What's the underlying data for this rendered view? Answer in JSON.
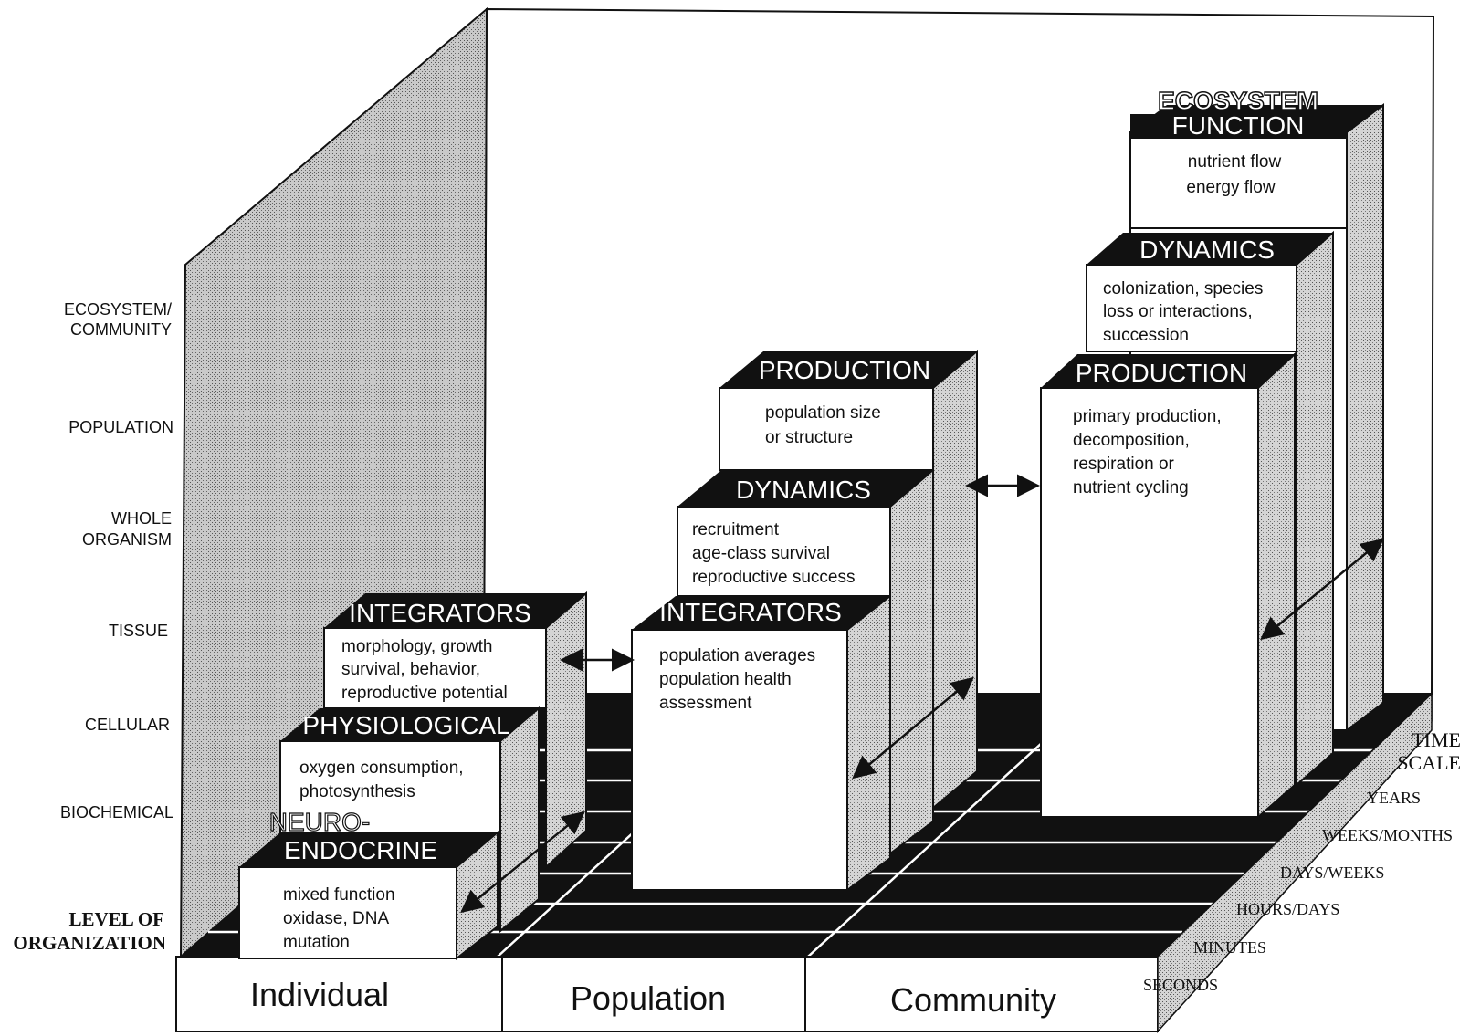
{
  "y_axis": {
    "levels": [
      "ECOSYSTEM/",
      "COMMUNITY",
      "POPULATION",
      "WHOLE",
      "ORGANISM",
      "TISSUE",
      "CELLULAR",
      "BIOCHEMICAL"
    ],
    "title_line1": "LEVEL OF",
    "title_line2": "ORGANIZATION"
  },
  "x_axis": {
    "categories": [
      "Individual",
      "Population",
      "Community"
    ]
  },
  "time_scale": {
    "title_line1": "TIME",
    "title_line2": "SCALE",
    "labels": [
      "YEARS",
      "WEEKS/MONTHS",
      "DAYS/WEEKS",
      "HOURS/DAYS",
      "MINUTES",
      "SECONDS"
    ]
  },
  "individual": {
    "neuro": {
      "title1": "NEURO-",
      "title2": "ENDOCRINE",
      "lines": [
        "mixed function",
        "oxidase, DNA",
        "mutation"
      ]
    },
    "physio": {
      "title": "PHYSIOLOGICAL",
      "lines": [
        "oxygen consumption,",
        "photosynthesis"
      ]
    },
    "integrators": {
      "title": "INTEGRATORS",
      "lines": [
        "morphology, growth",
        "survival, behavior,",
        "reproductive potential"
      ]
    }
  },
  "population": {
    "integrators": {
      "title": "INTEGRATORS",
      "lines": [
        "population averages",
        "population health",
        "assessment"
      ]
    },
    "dynamics": {
      "title": "DYNAMICS",
      "lines": [
        "recruitment",
        "age-class survival",
        "reproductive success"
      ]
    },
    "production": {
      "title": "PRODUCTION",
      "lines": [
        "population size",
        "or structure"
      ]
    }
  },
  "community": {
    "production": {
      "title": "PRODUCTION",
      "lines": [
        "primary production,",
        "decomposition,",
        "respiration or",
        "nutrient cycling"
      ]
    },
    "dynamics": {
      "title": "DYNAMICS",
      "lines": [
        "colonization, species",
        "loss or interactions,",
        "succession"
      ]
    },
    "ecosystem": {
      "title1": "ECOSYSTEM",
      "title2": "FUNCTION",
      "lines": [
        "nutrient flow",
        "energy flow"
      ]
    }
  },
  "colors": {
    "ink": "#111111",
    "shade": "#b8b8b8",
    "paper": "#ffffff"
  }
}
